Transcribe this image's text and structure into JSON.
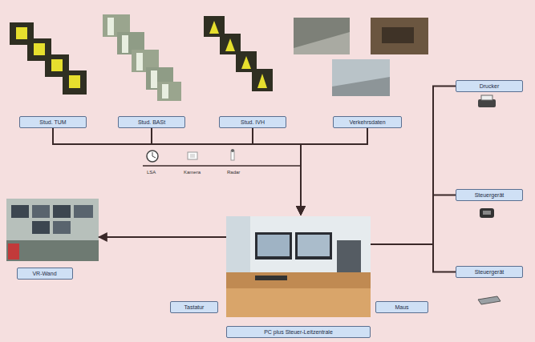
{
  "diagram": {
    "nodes": [
      {
        "text": [
          "Stud. TUM"
        ]
      },
      {
        "text": [
          "Stud. BASt"
        ]
      },
      {
        "text": [
          "Stud. IVH"
        ]
      },
      {
        "text": [
          "Verkehrsdaten"
        ]
      },
      {
        "text": [
          "PC plus Steuer-Leitzentrale"
        ]
      },
      {
        "text": [
          "VR-Wand"
        ]
      },
      {
        "text": [
          "Tastatur"
        ]
      },
      {
        "text": [
          "Maus"
        ]
      },
      {
        "text": [
          "Drucker"
        ]
      },
      {
        "text": [
          "Steuergerät"
        ]
      },
      {
        "text": [
          "Steuergerät"
        ]
      }
    ],
    "edges": [
      {
        "from": 0,
        "to": 4,
        "arrow": "to"
      },
      {
        "from": 1,
        "to": 4,
        "arrow": "to"
      },
      {
        "from": 2,
        "to": 4,
        "arrow": "to"
      },
      {
        "from": 3,
        "to": 4,
        "arrow": "to"
      },
      {
        "from": 4,
        "to": 5,
        "arrow": "to"
      },
      {
        "from": 4,
        "to": 8,
        "arrow": "none"
      },
      {
        "from": 4,
        "to": 9,
        "arrow": "none"
      },
      {
        "from": 4,
        "to": 10,
        "arrow": "none"
      }
    ],
    "labels": [
      "LSA",
      "Kamera",
      "Radar"
    ]
  }
}
